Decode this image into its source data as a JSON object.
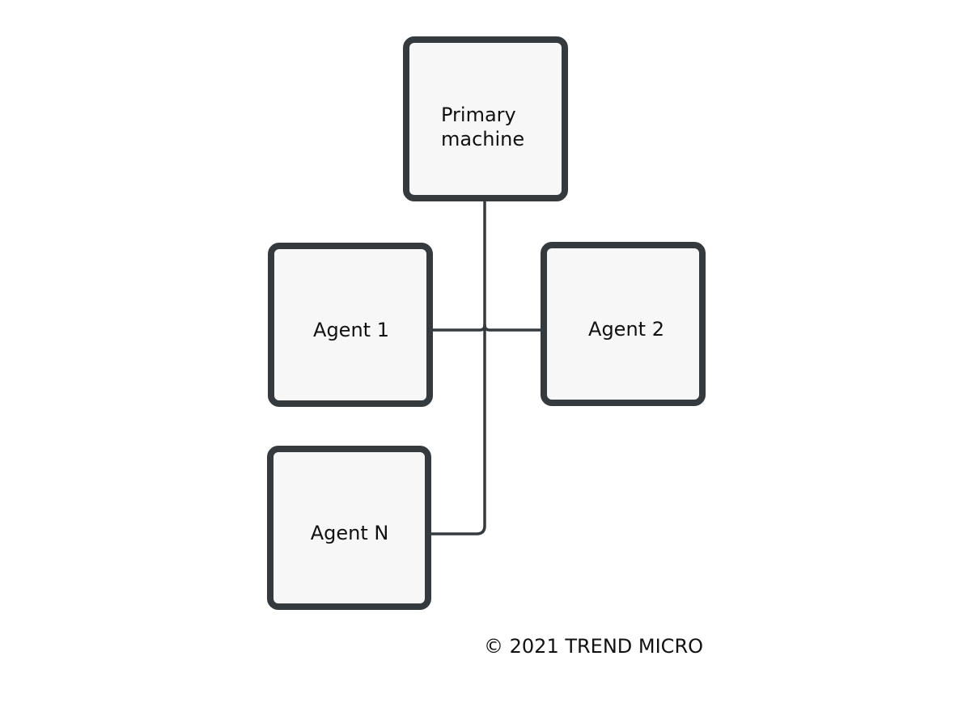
{
  "nodes": {
    "primary": {
      "line1": "Primary",
      "line2": "machine"
    },
    "agent1": {
      "label": "Agent 1"
    },
    "agent2": {
      "label": "Agent 2"
    },
    "agentN": {
      "label": "Agent N"
    }
  },
  "footer": {
    "copyright": "© 2021 TREND MICRO"
  },
  "colors": {
    "border": "#353a3e",
    "box_fill": "#f7f7f7",
    "background": "#ffffff"
  }
}
